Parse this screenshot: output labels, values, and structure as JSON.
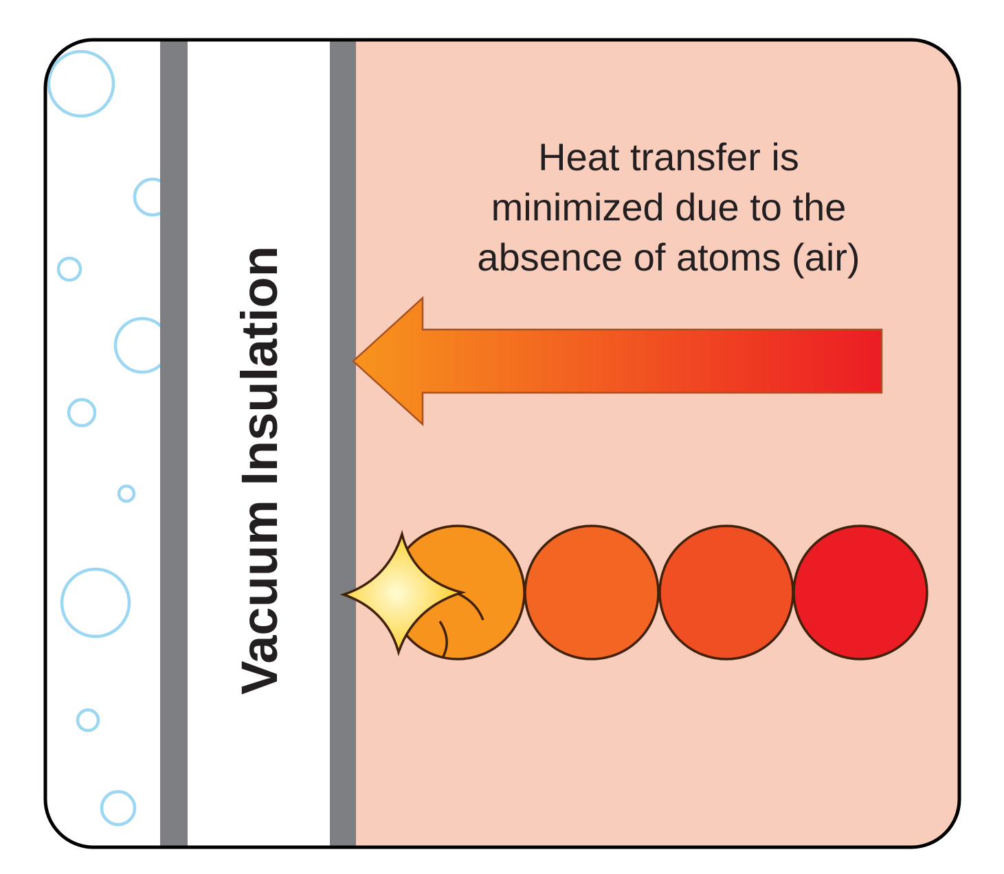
{
  "diagram": {
    "vacuum_label": "Vacuum Insulation",
    "caption": {
      "line1": "Heat transfer is",
      "line2": "minimized due to the",
      "line3": "absence of atoms (air)"
    },
    "colors": {
      "background": "#ffffff",
      "hot_region": "#f9cdbc",
      "wall_gray": "#7d7f82",
      "bubble_outline": "#9bd7f2",
      "arrow_gradient_start": "#f7941d",
      "arrow_gradient_end": "#ec1c24",
      "arrow_outline": "#a8511f",
      "atom_1": "#f7941d",
      "atom_2": "#f26522",
      "atom_3": "#f04e23",
      "atom_4": "#ec1c24",
      "atom_outline": "#42210b",
      "spark_inner": "#fffbd4",
      "spark_outer": "#fcc60a",
      "spark_outline": "#42210b",
      "text_color": "#231f20",
      "border_color": "#000000"
    }
  }
}
